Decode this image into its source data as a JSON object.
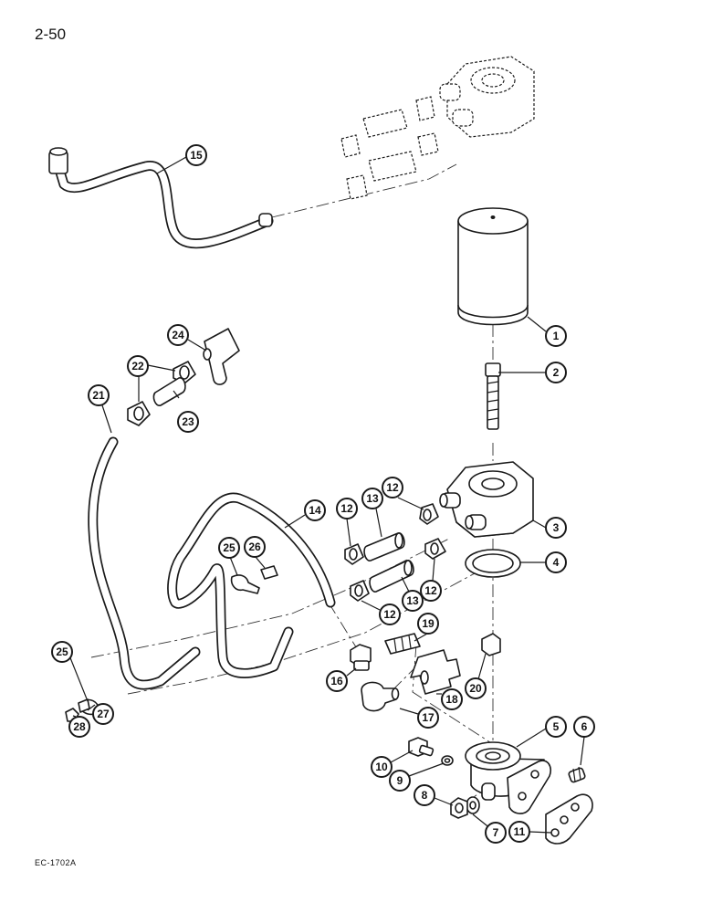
{
  "page": {
    "number": "2-50",
    "figure_code": "EC-1702A"
  },
  "callouts": [
    {
      "id": "1",
      "label": "1"
    },
    {
      "id": "2",
      "label": "2"
    },
    {
      "id": "3",
      "label": "3"
    },
    {
      "id": "4",
      "label": "4"
    },
    {
      "id": "5",
      "label": "5"
    },
    {
      "id": "6",
      "label": "6"
    },
    {
      "id": "7",
      "label": "7"
    },
    {
      "id": "8",
      "label": "8"
    },
    {
      "id": "9",
      "label": "9"
    },
    {
      "id": "10",
      "label": "10"
    },
    {
      "id": "11",
      "label": "11"
    },
    {
      "id": "12a",
      "label": "12"
    },
    {
      "id": "12b",
      "label": "12"
    },
    {
      "id": "12c",
      "label": "12"
    },
    {
      "id": "12d",
      "label": "12"
    },
    {
      "id": "13a",
      "label": "13"
    },
    {
      "id": "13b",
      "label": "13"
    },
    {
      "id": "14",
      "label": "14"
    },
    {
      "id": "15",
      "label": "15"
    },
    {
      "id": "16",
      "label": "16"
    },
    {
      "id": "17",
      "label": "17"
    },
    {
      "id": "18",
      "label": "18"
    },
    {
      "id": "19",
      "label": "19"
    },
    {
      "id": "20",
      "label": "20"
    },
    {
      "id": "21",
      "label": "21"
    },
    {
      "id": "22",
      "label": "22"
    },
    {
      "id": "23",
      "label": "23"
    },
    {
      "id": "24",
      "label": "24"
    },
    {
      "id": "25a",
      "label": "25"
    },
    {
      "id": "25b",
      "label": "25"
    },
    {
      "id": "26",
      "label": "26"
    },
    {
      "id": "27",
      "label": "27"
    },
    {
      "id": "28",
      "label": "28"
    }
  ]
}
